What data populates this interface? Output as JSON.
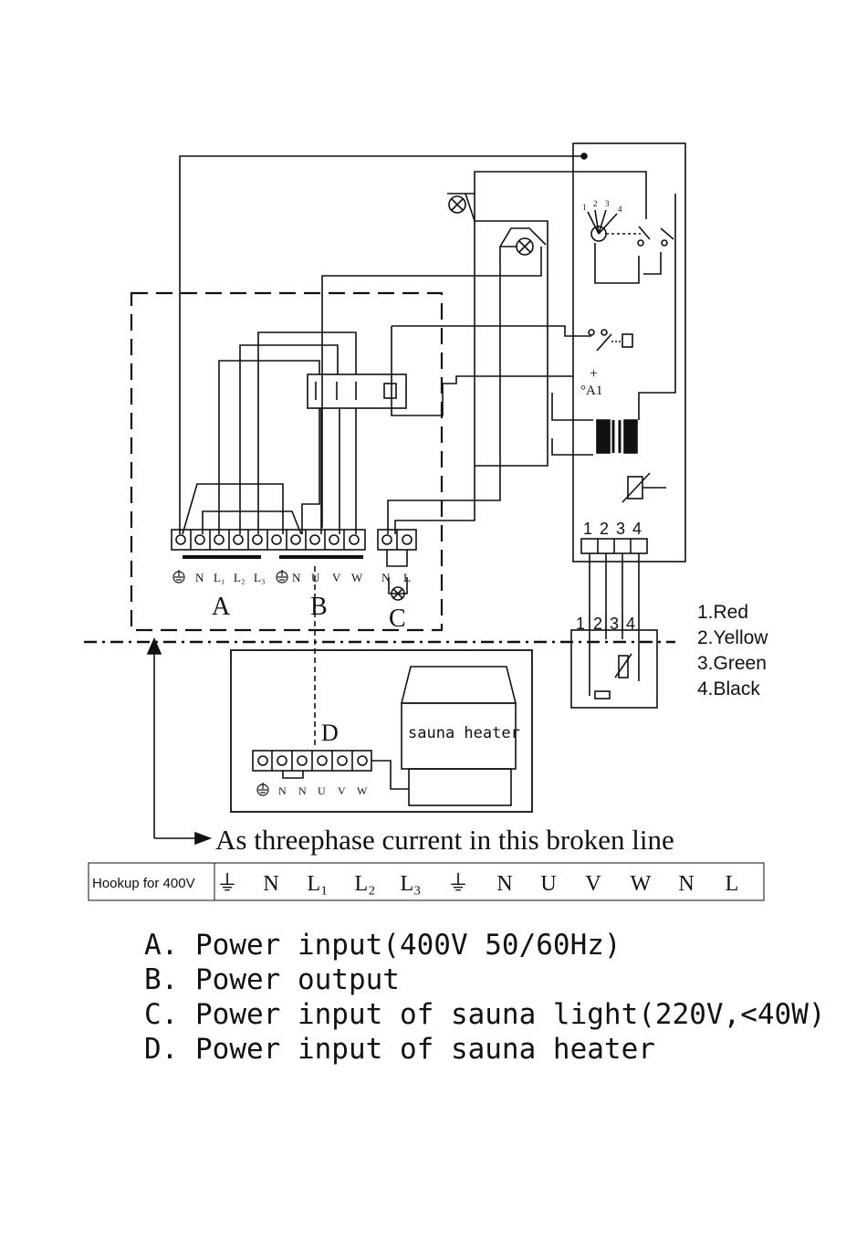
{
  "diagram": {
    "contact_numbers": [
      "1",
      "2",
      "3",
      "4"
    ],
    "a1_label": "°A1",
    "plus_label": "+",
    "terminal_labels_a": [
      "N",
      "L₁",
      "L₂",
      "L₃"
    ],
    "terminal_labels_b": [
      "N",
      "U",
      "V",
      "W"
    ],
    "terminal_labels_c": [
      "N",
      "L"
    ],
    "terminal_labels_d": [
      "N",
      "N",
      "U",
      "V",
      "W"
    ],
    "block_a": "A",
    "block_b": "B",
    "block_c": "C",
    "block_d": "D",
    "connector_top_numbers": [
      "1",
      "2",
      "3",
      "4"
    ],
    "connector_bottom_numbers": [
      "1",
      "2",
      "3",
      "4"
    ],
    "wire_colors": [
      "1.Red",
      "2.Yellow",
      "3.Green",
      "4.Black"
    ],
    "heater_label": "sauna heater",
    "broken_line_note": "As threephase current in this broken line"
  },
  "hookup": {
    "label": "Hookup for 400V",
    "cells": [
      "⏚",
      "N",
      "L₁",
      "L₂",
      "L₃",
      "⏚",
      "N",
      "U",
      "V",
      "W",
      "N",
      "L"
    ]
  },
  "legend": [
    "A. Power input(400V 50/60Hz)",
    "B. Power output",
    "C. Power input of sauna light(220V,<40W)",
    "D. Power input of sauna heater"
  ]
}
